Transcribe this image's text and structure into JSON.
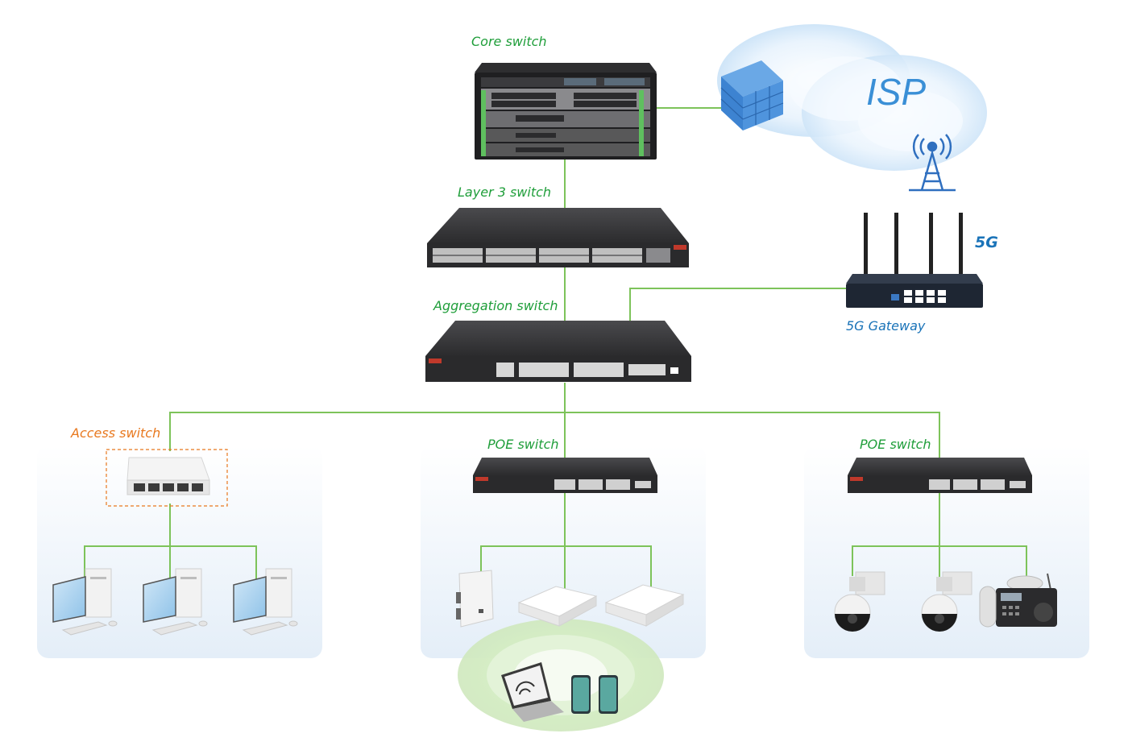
{
  "labels": {
    "core_switch": "Core switch",
    "layer3_switch": "Layer 3 switch",
    "aggregation_switch": "Aggregation switch",
    "access_switch": "Access switch",
    "poe_switch_center": "POE switch",
    "poe_switch_right": "POE switch",
    "gateway": "5G Gateway",
    "isp": "ISP",
    "fiveg_badge": "5G"
  },
  "colors": {
    "link_line": "#7dc35a",
    "device_dark": "#3c3c3e",
    "zone_bg": "#eef4fa",
    "label_green": "#1f9e3a",
    "label_orange": "#e8781e",
    "cloud_blue": "#3a8fd6"
  },
  "icons": [
    "firewall-icon",
    "cell-tower-icon",
    "router-icon",
    "desktop-pc-icon",
    "access-point-icon",
    "ptz-camera-icon",
    "ip-phone-icon",
    "laptop-icon",
    "smartphone-icon"
  ]
}
